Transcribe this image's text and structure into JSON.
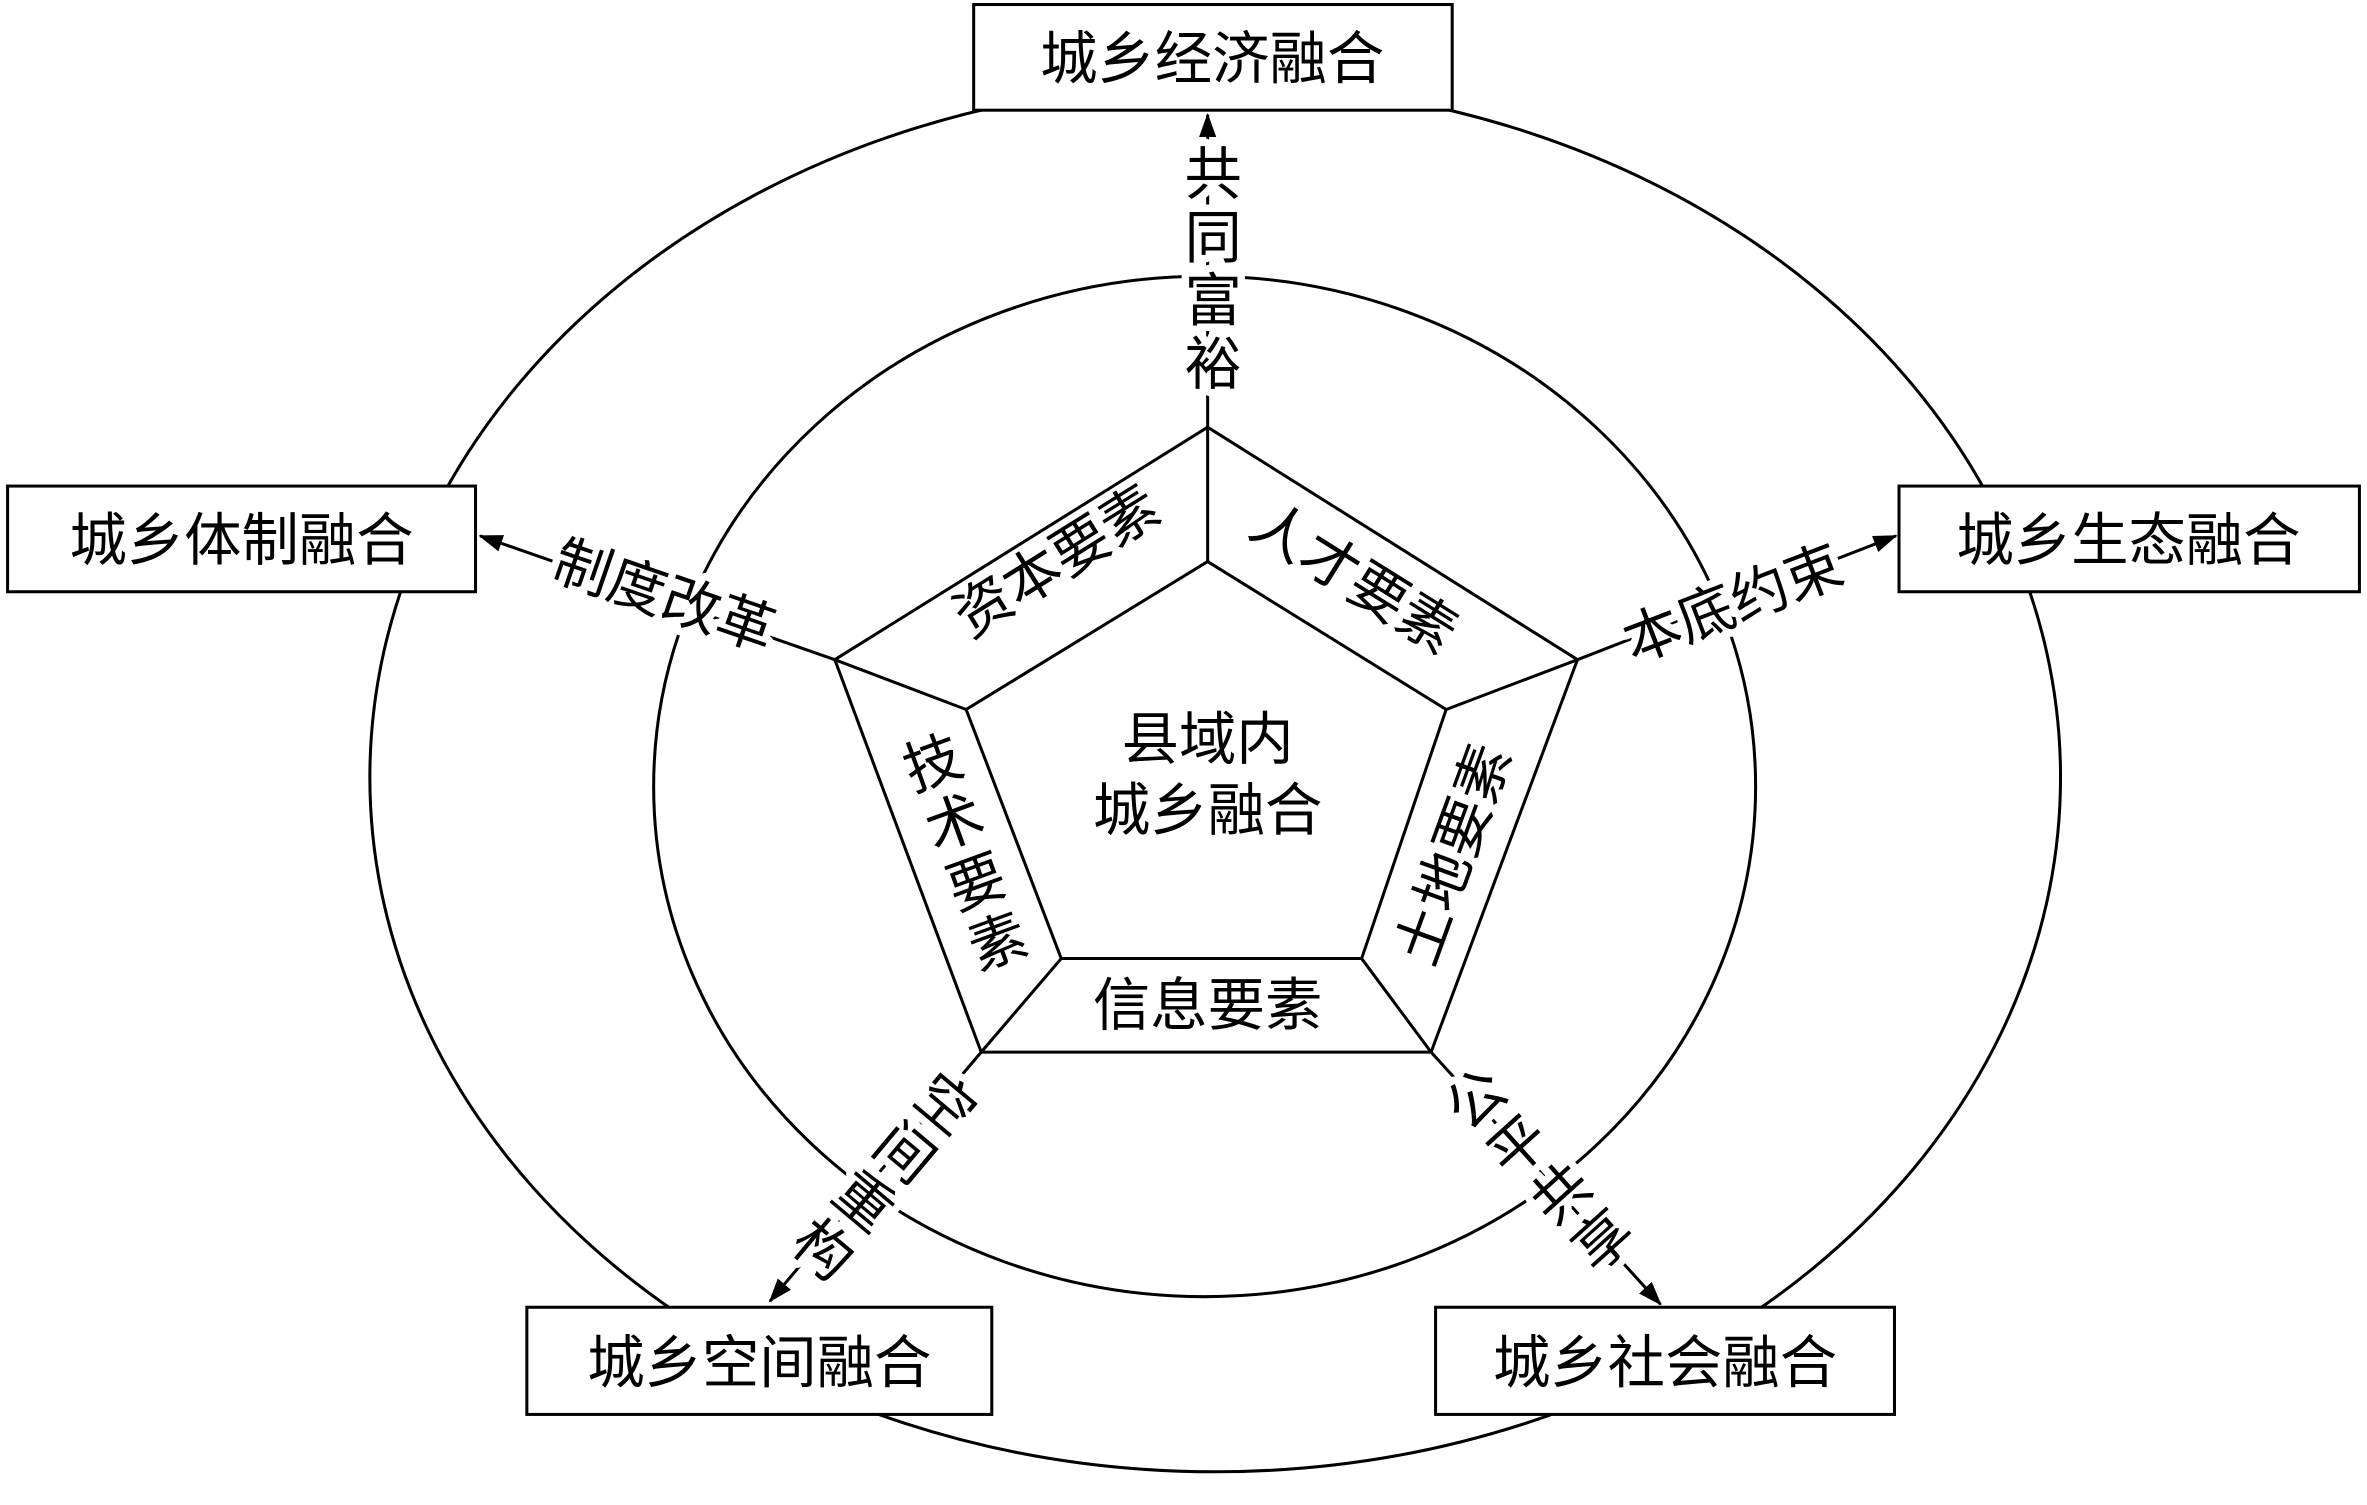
{
  "center": {
    "line1": "县域内",
    "line2": "城乡融合"
  },
  "elements": {
    "capital": "资本要素",
    "talent": "人才要素",
    "land": "土地要素",
    "information": "信息要素",
    "technology": "技术要素"
  },
  "outcomes": {
    "economic": "城乡经济融合",
    "institutional": "城乡体制融合",
    "ecological": "城乡生态融合",
    "spatial": "城乡空间融合",
    "social": "城乡社会融合"
  },
  "paths": {
    "common_prosperity": "共同富裕",
    "institutional_reform": "制度改革",
    "baseline_constraint": "本底约束",
    "spatial_restructuring": "空间重构",
    "fair_sharing": "公平共享"
  }
}
